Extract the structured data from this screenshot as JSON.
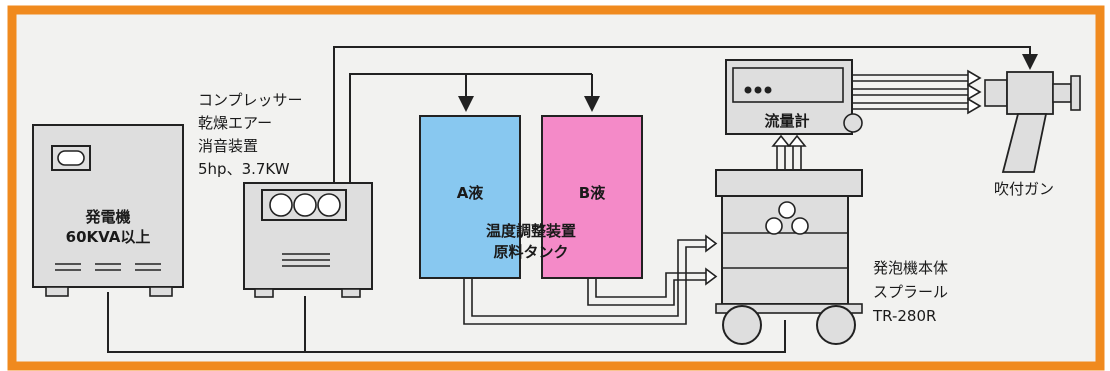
{
  "colors": {
    "frame": "#f08a1e",
    "background": "#f2f2f0",
    "equipment": "#dedede",
    "tank_a": "#88c8f0",
    "tank_b": "#f48ac8",
    "line": "#222222"
  },
  "generator": {
    "line1": "発電機",
    "line2": "60KVA以上"
  },
  "compressor": {
    "line1": "コンプレッサー",
    "line2": "乾燥エアー",
    "line3": "消音装置",
    "line4": "5hp、3.7KW"
  },
  "tanks": {
    "a_label": "A液",
    "b_label": "B液",
    "caption1": "温度調整装置",
    "caption2": "原料タンク"
  },
  "flowmeter": {
    "label": "流量計"
  },
  "gun": {
    "label": "吹付ガン"
  },
  "machine": {
    "line1": "発泡機本体",
    "line2": "スプラール",
    "line3": "TR-280R"
  }
}
